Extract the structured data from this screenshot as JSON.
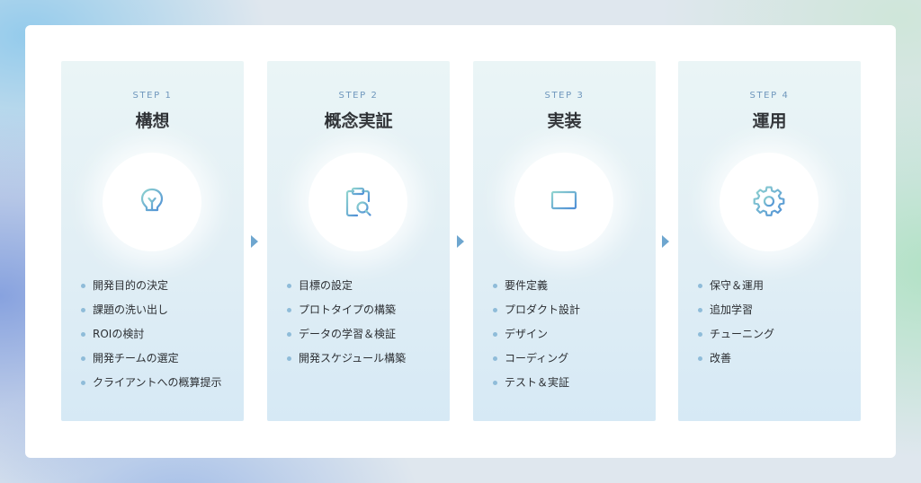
{
  "colors": {
    "accent": "#6ea6cf",
    "step_label": "#6f97bd",
    "bullet": "#8fbcd9",
    "icon_gradient_start": "#8fd3cf",
    "icon_gradient_end": "#4f8fd6"
  },
  "steps": [
    {
      "step_label": "STEP 1",
      "title": "構想",
      "icon": "lightbulb-icon",
      "items": [
        "開発目的の決定",
        "課題の洗い出し",
        "ROIの検討",
        "開発チームの選定",
        "クライアントへの概算提示"
      ]
    },
    {
      "step_label": "STEP 2",
      "title": "概念実証",
      "icon": "clipboard-search-icon",
      "items": [
        "目標の設定",
        "プロトタイプの構築",
        "データの学習＆検証",
        "開発スケジュール構築"
      ]
    },
    {
      "step_label": "STEP 3",
      "title": "実装",
      "icon": "laptop-icon",
      "items": [
        "要件定義",
        "プロダクト設計",
        "デザイン",
        "コーディング",
        "テスト＆実証"
      ]
    },
    {
      "step_label": "STEP 4",
      "title": "運用",
      "icon": "gear-icon",
      "items": [
        "保守＆運用",
        "追加学習",
        "チューニング",
        "改善"
      ]
    }
  ]
}
